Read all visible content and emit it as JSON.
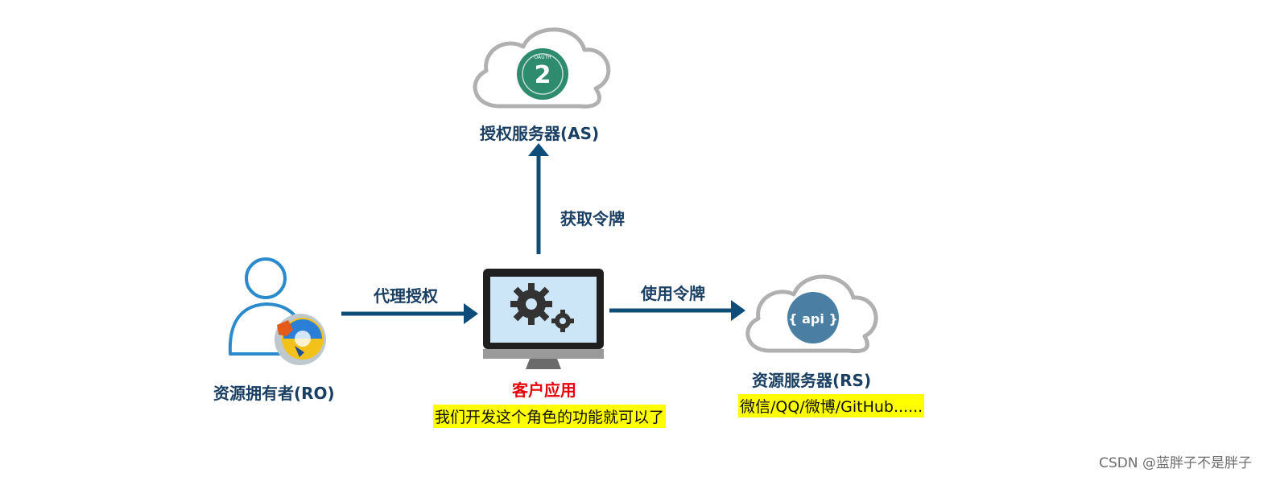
{
  "nodes": {
    "auth_server": {
      "label": "授权服务器(AS)",
      "badge_number": "2",
      "badge_ring_text": "OAUTH"
    },
    "resource_owner": {
      "label": "资源拥有者(RO)"
    },
    "client": {
      "label": "客户应用",
      "note": "我们开发这个角色的功能就可以了"
    },
    "resource_server": {
      "label": "资源服务器(RS)",
      "badge_text": "{ api }",
      "note": "微信/QQ/微博/GitHub......"
    }
  },
  "edges": {
    "ro_to_client": "代理授权",
    "client_to_as": "获取令牌",
    "client_to_rs": "使用令牌"
  },
  "watermark": "CSDN @蓝胖子不是胖子",
  "colors": {
    "arrow": "#0e4c79",
    "label": "#1b3f63",
    "client_label": "#e6000a",
    "highlight": "#ffff00",
    "cloud_stroke": "#b0b0b0",
    "oauth_badge": "#2e8b6e",
    "api_badge": "#4a7fa3",
    "user_icon": "#2a8acb"
  }
}
